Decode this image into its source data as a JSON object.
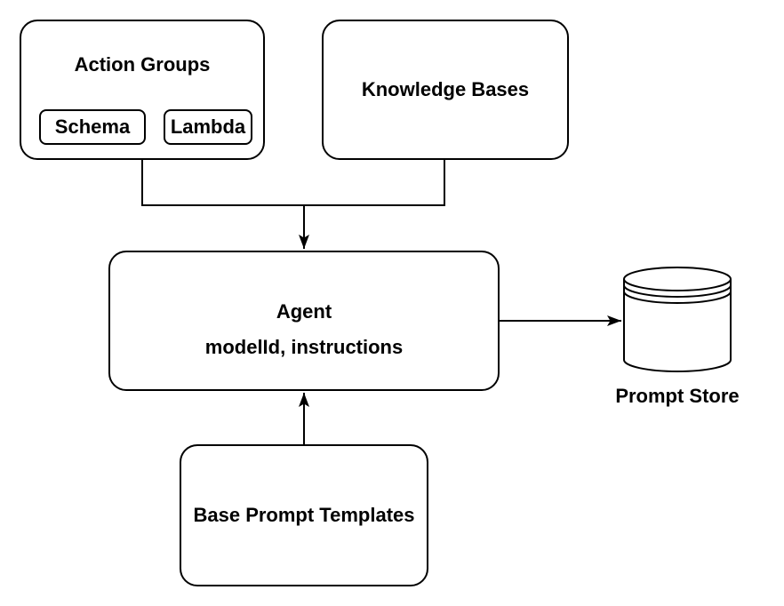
{
  "nodes": {
    "action_groups": {
      "label": "Action Groups"
    },
    "schema": {
      "label": "Schema"
    },
    "lambda": {
      "label": "Lambda"
    },
    "knowledge_bases": {
      "label": "Knowledge Bases"
    },
    "agent": {
      "title": "Agent",
      "subtitle": "modelId, instructions"
    },
    "base_prompt_templates": {
      "label": "Base Prompt Templates"
    },
    "prompt_store": {
      "label": "Prompt Store"
    }
  },
  "edges": [
    {
      "from": "Action Groups",
      "to": "Agent"
    },
    {
      "from": "Knowledge Bases",
      "to": "Agent"
    },
    {
      "from": "Base Prompt Templates",
      "to": "Agent"
    },
    {
      "from": "Agent",
      "to": "Prompt Store"
    }
  ],
  "colors": {
    "stroke": "#000000",
    "fill": "#ffffff",
    "text": "#000000"
  }
}
